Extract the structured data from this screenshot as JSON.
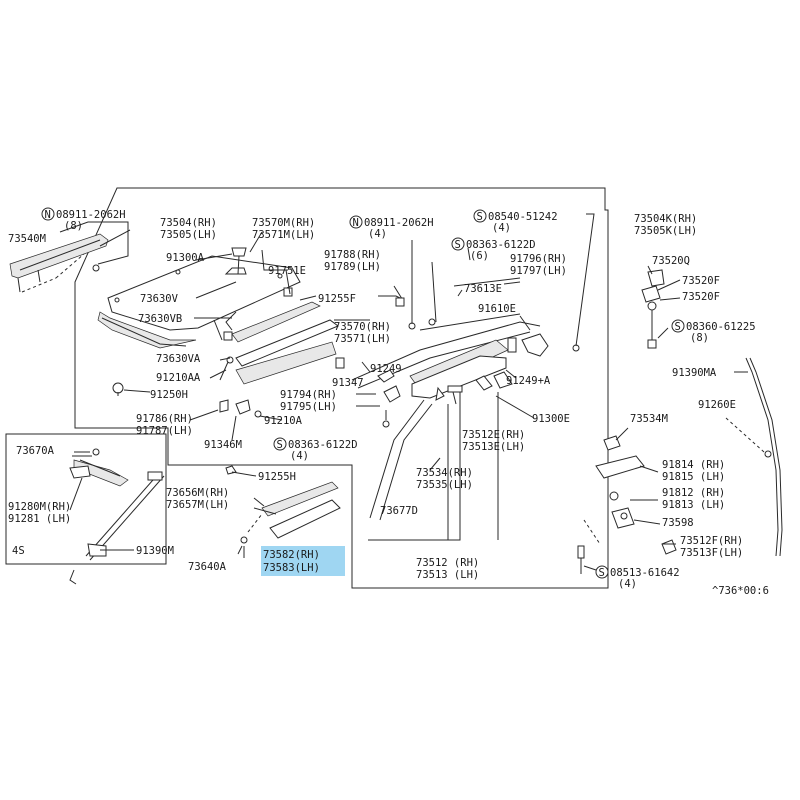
{
  "labels": {
    "p73540M": "73540M",
    "n08911_l1": "08911-2062H",
    "n08911_l1_q": "(8)",
    "p73504_rh": "73504(RH)",
    "p73505_lh": "73505(LH)",
    "p73570M_rh": "73570M(RH)",
    "p73571M_lh": "73571M(LH)",
    "n08911_l2": "08911-2062H",
    "n08911_l2_q": "(4)",
    "s08540": "08540-51242",
    "s08540_q": "(4)",
    "p73504K_rh": "73504K(RH)",
    "p73505K_lh": "73505K(LH)",
    "p91300A": "91300A",
    "p73630V": "73630V",
    "p73630VB": "73630VB",
    "p73630VA": "73630VA",
    "p91210AA": "91210AA",
    "p91250H": "91250H",
    "p91751E": "91751E",
    "p91788_rh": "91788(RH)",
    "p91789_lh": "91789(LH)",
    "s08363_a": "08363-6122D",
    "s08363_a_q": "(6)",
    "p91796_rh": "91796(RH)",
    "p91797_lh": "91797(LH)",
    "p73520Q": "73520Q",
    "p73520F1": "73520F",
    "p73520F2": "73520F",
    "s08360": "08360-61225",
    "s08360_q": "(8)",
    "p91255F": "91255F",
    "p73613E": "73613E",
    "p91610E": "91610E",
    "p73570_rh": "73570(RH)",
    "p73571_lh": "73571(LH)",
    "p91249": "91249",
    "p91249A": "91249+A",
    "p91347": "91347",
    "p91794_rh": "91794(RH)",
    "p91795_lh": "91795(LH)",
    "p91390MA": "91390MA",
    "p91260E": "91260E",
    "p91786_rh": "91786(RH)",
    "p91787_lh": "91787(LH)",
    "p91346M": "91346M",
    "p91210A": "91210A",
    "s08363_b": "08363-6122D",
    "s08363_b_q": "(4)",
    "p91300E": "91300E",
    "p73534M": "73534M",
    "p73512E_rh": "73512E(RH)",
    "p73513E_lh": "73513E(LH)",
    "p73670A": "73670A",
    "p91814_rh": "91814 (RH)",
    "p91815_lh": "91815 (LH)",
    "p91255H": "91255H",
    "p73534_rh": "73534(RH)",
    "p73535_lh": "73535(LH)",
    "p91812_rh": "91812 (RH)",
    "p91813_lh": "91813 (LH)",
    "p73656M_rh": "73656M(RH)",
    "p73657M_lh": "73657M(LH)",
    "p91280M_rh": "91280M(RH)",
    "p91281_lh": "91281 (LH)",
    "p73677D": "73677D",
    "p73598": "73598",
    "p73512F_rh": "73512F(RH)",
    "p73513F_lh": "73513F(LH)",
    "p4S": "4S",
    "p91390M": "91390M",
    "p73640A": "73640A",
    "p73582_rh": "73582(RH)",
    "p73583_lh": "73583(LH)",
    "p73512_rh": "73512 (RH)",
    "p73513_lh": "73513 (LH)",
    "s08513": "08513-61642",
    "s08513_q": "(4)",
    "footer_code": "^736*00:6"
  },
  "symbols": {
    "n_mark": "N",
    "s_mark": "S"
  },
  "colors": {
    "highlight": "#9fd6f2",
    "line": "#2a2a2a"
  }
}
